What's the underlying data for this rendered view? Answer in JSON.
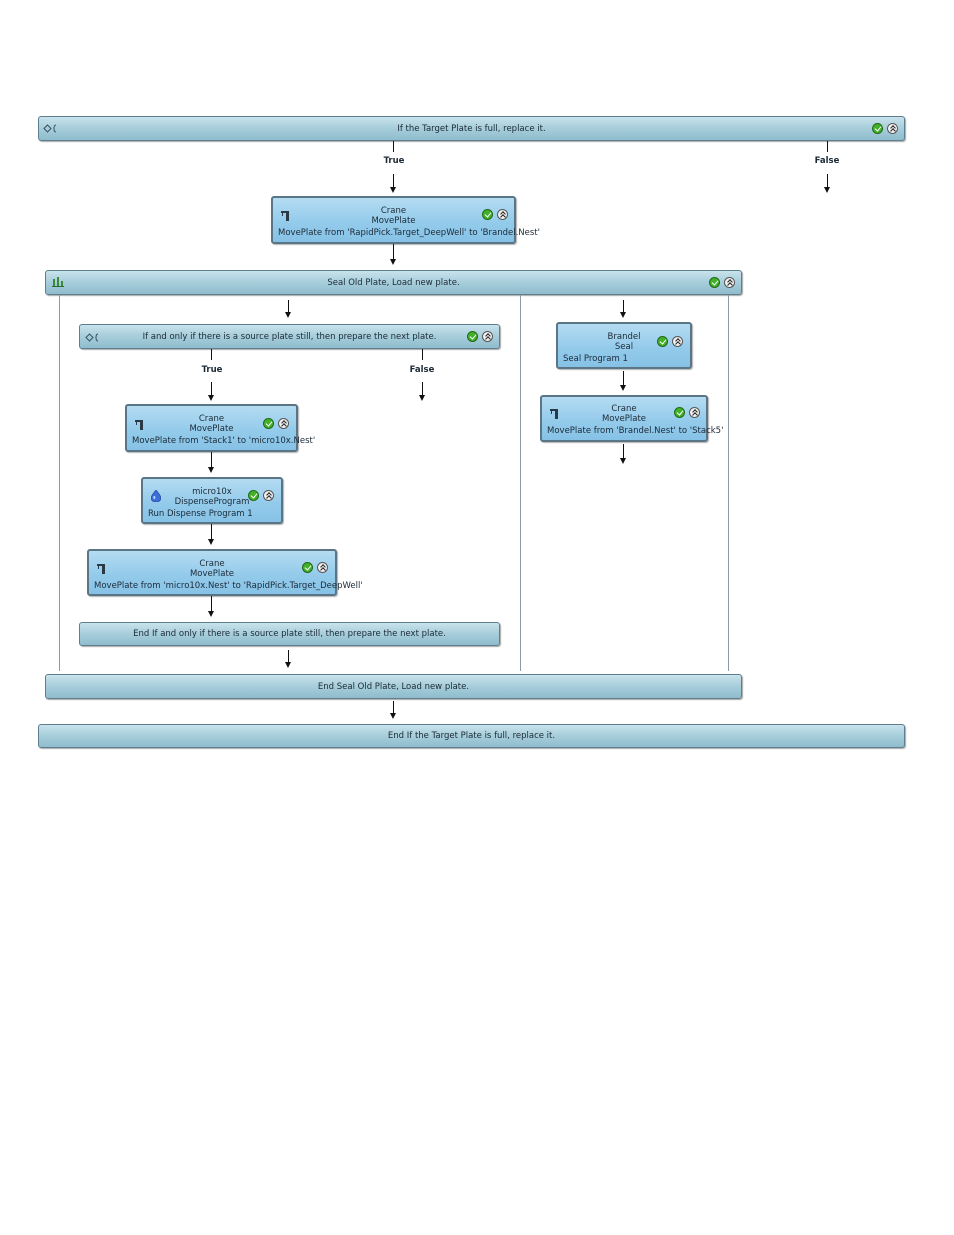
{
  "if_outer": {
    "label": "If the Target Plate is full, replace it.",
    "true_label": "True",
    "false_label": "False",
    "end_label": "End If the Target Plate is full, replace it."
  },
  "task_move1": {
    "device": "Crane",
    "command": "MovePlate",
    "description": "MovePlate from 'RapidPick.Target_DeepWell' to 'Brandel.Nest'"
  },
  "parallel": {
    "label": "Seal Old Plate, Load new plate.",
    "end_label": "End Seal Old Plate, Load new plate."
  },
  "if_inner": {
    "label": "If and only if there is a source plate still, then prepare the next plate.",
    "true_label": "True",
    "false_label": "False",
    "end_label": "End If and only if there is a source plate still, then prepare the next plate."
  },
  "task_move2": {
    "device": "Crane",
    "command": "MovePlate",
    "description": "MovePlate from 'Stack1' to 'micro10x.Nest'"
  },
  "task_dispense": {
    "device": "micro10x",
    "command": "DispenseProgram",
    "description": "Run Dispense Program 1"
  },
  "task_move3": {
    "device": "Crane",
    "command": "MovePlate",
    "description": "MovePlate from 'micro10x.Nest' to 'RapidPick.Target_DeepWell'"
  },
  "task_seal": {
    "device": "Brandel",
    "command": "Seal",
    "description": "Seal Program 1"
  },
  "task_move4": {
    "device": "Crane",
    "command": "MovePlate",
    "description": "MovePlate from 'Brandel.Nest' to 'Stack5'"
  },
  "icons": {
    "if": "if-condition-icon",
    "parallel": "parallel-branch-icon",
    "crane": "crane-device-icon",
    "dispenser": "water-drop-icon",
    "status": "check-ok-icon",
    "collapse": "double-chevron-up-icon"
  },
  "colors": {
    "block_gradient_top": "#c9e3ec",
    "task_fill": "#94cbeb",
    "ok_green": "#43b02a"
  }
}
